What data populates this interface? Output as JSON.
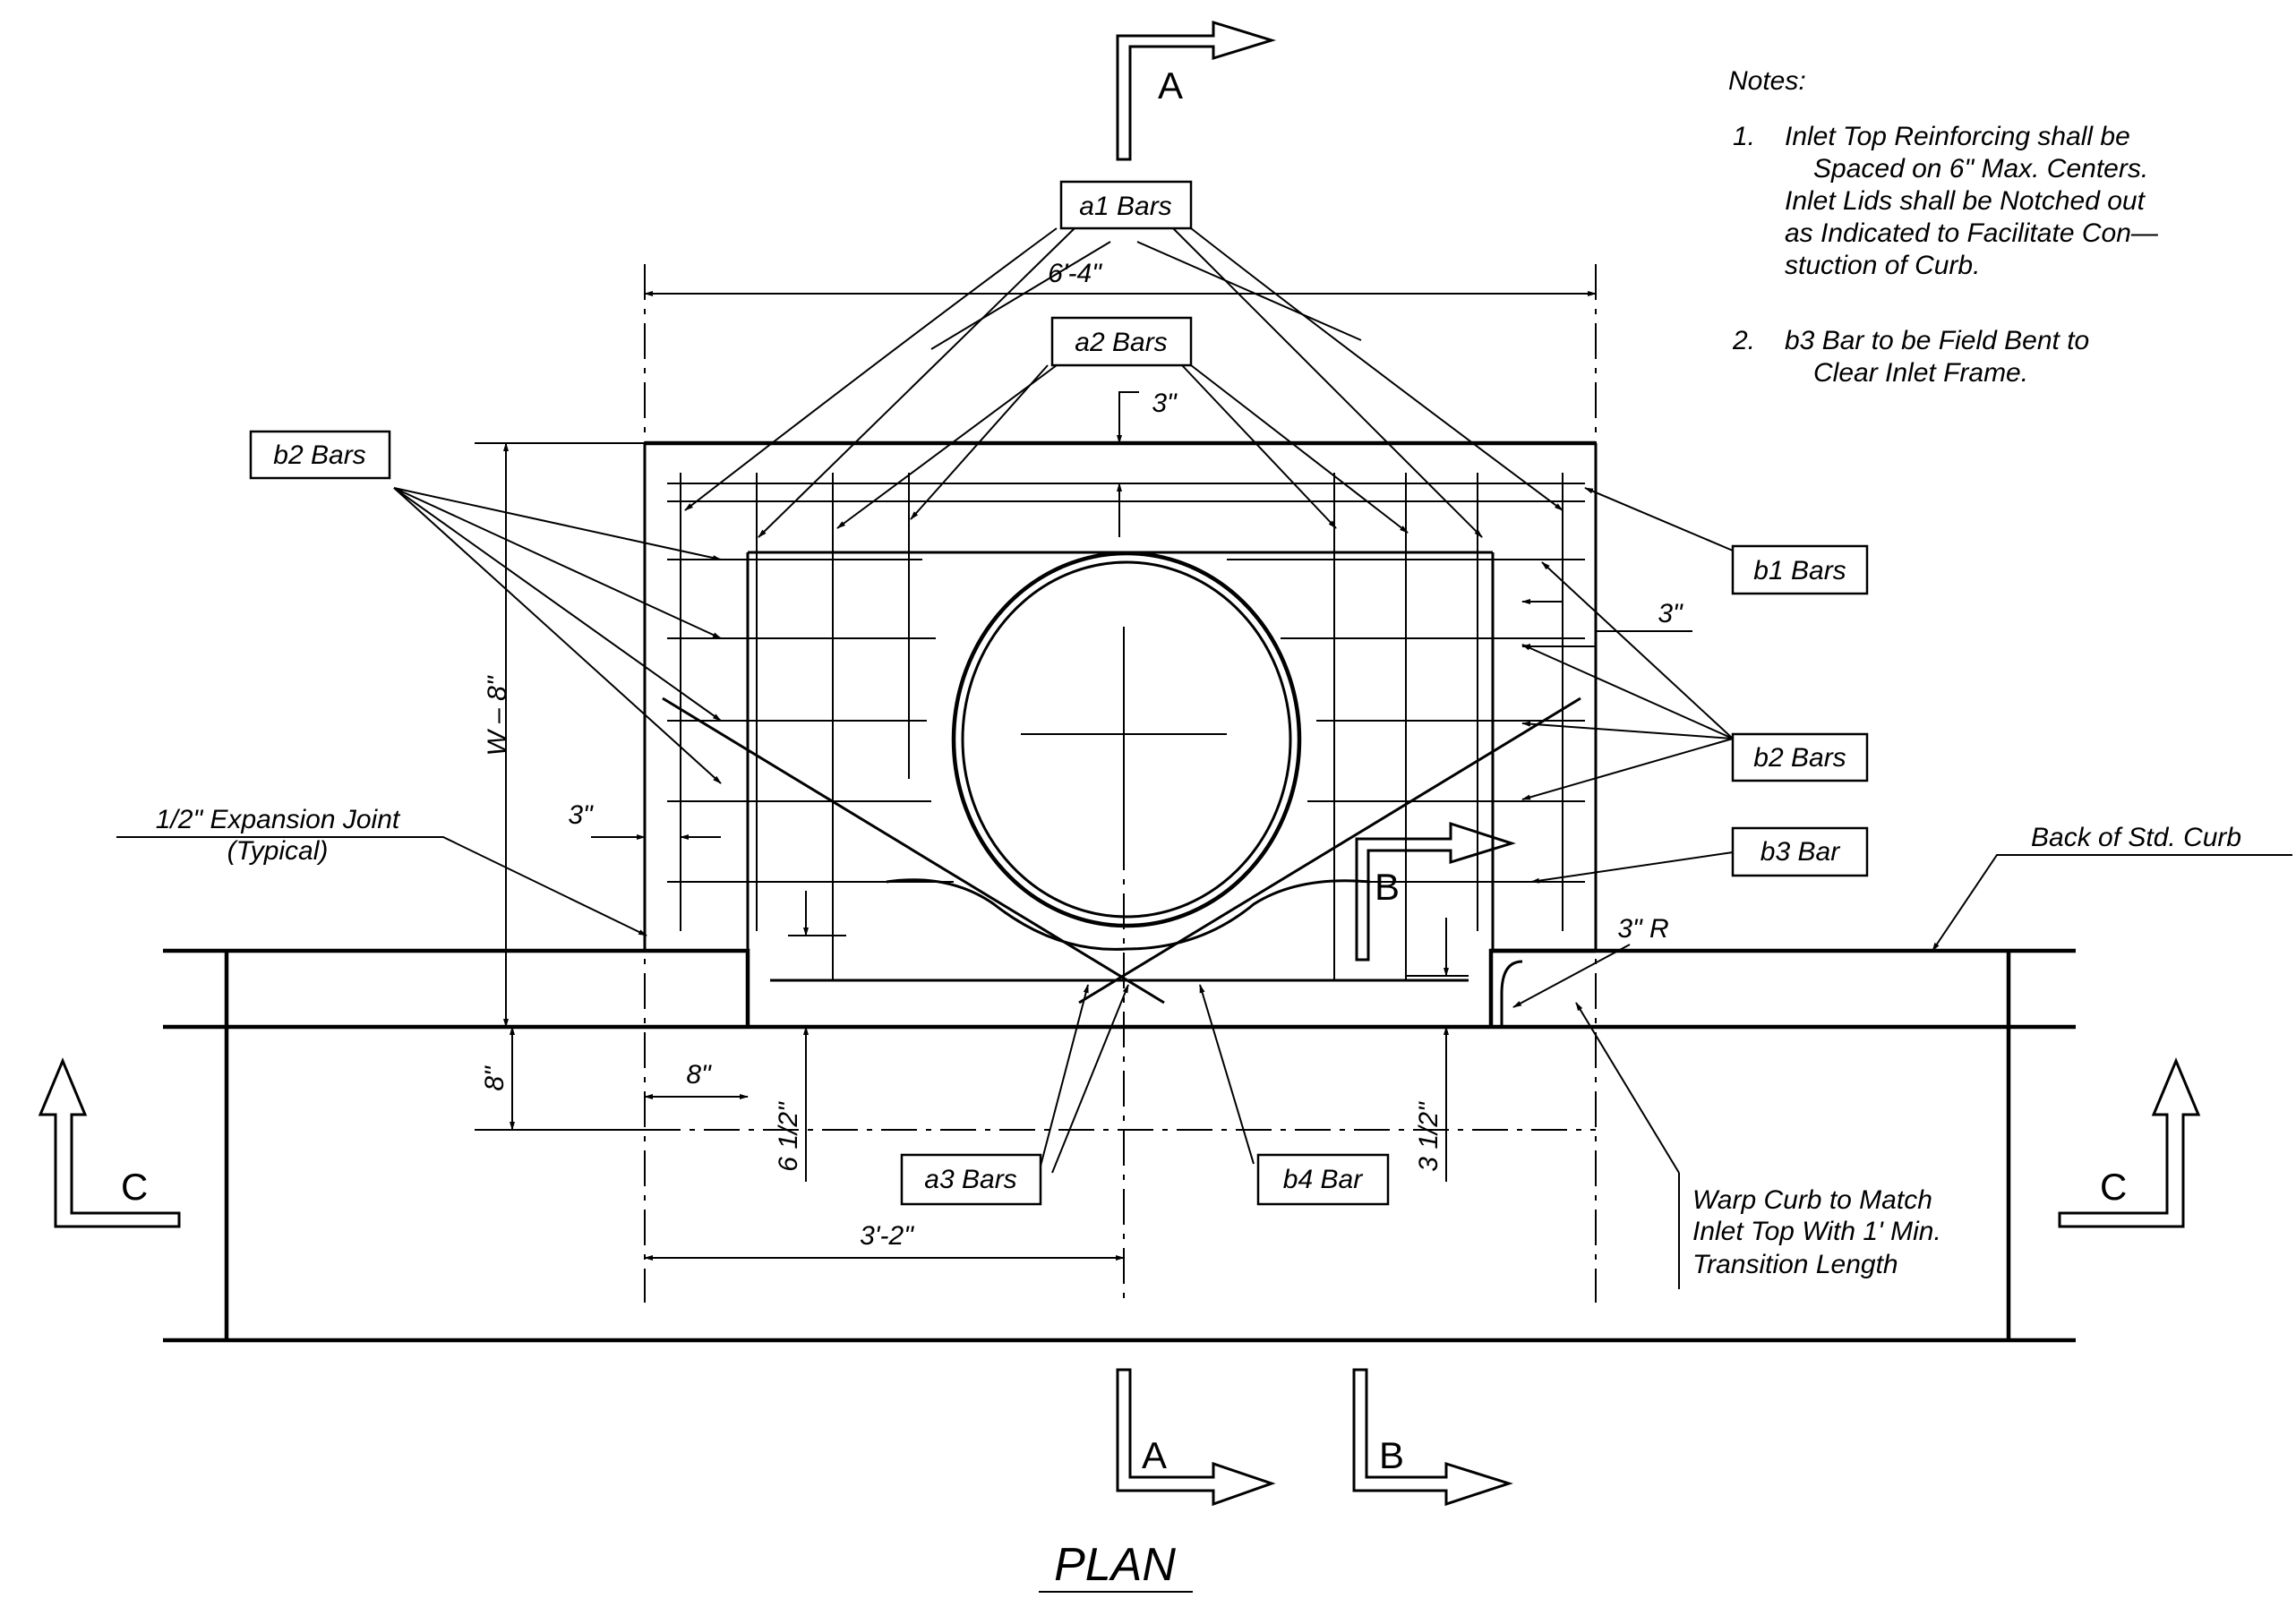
{
  "title": "PLAN",
  "notes": {
    "heading": "Notes:",
    "n1_num": "1.",
    "n1_lines": [
      "Inlet Top Reinforcing shall be",
      "Spaced on 6\" Max. Centers.",
      "Inlet Lids shall be Notched out",
      "as Indicated to Facilitate Con—",
      "stuction of Curb."
    ],
    "n2_num": "2.",
    "n2_lines": [
      "b3 Bar to be Field Bent to",
      "Clear Inlet Frame."
    ]
  },
  "bar_labels": {
    "a1": "a1 Bars",
    "a2": "a2 Bars",
    "a3": "a3 Bars",
    "b1": "b1 Bars",
    "b2_left": "b2 Bars",
    "b2_right": "b2 Bars",
    "b3": "b3 Bar",
    "b4": "b4 Bar"
  },
  "dimensions": {
    "width_top": "6'-4\"",
    "width_half": "3'-2\"",
    "height": "W – 8\"",
    "bottom": "8\"",
    "cover_top": "3\"",
    "cover_left": "3\"",
    "cover_right": "3\"",
    "left_8": "8\"",
    "six_half": "6 1/2\"",
    "three_half": "3 1/2\"",
    "radius": "3\" R"
  },
  "callouts": {
    "expansion_joint_1": "1/2\" Expansion Joint",
    "expansion_joint_2": "(Typical)",
    "back_of_curb": "Back of Std. Curb",
    "warp_1": "Warp Curb to Match",
    "warp_2": "Inlet Top With 1' Min.",
    "warp_3": "Transition Length"
  },
  "sections": {
    "a_top": "A",
    "a_bottom": "A",
    "b_mid": "B",
    "b_bottom": "B",
    "c_left": "C",
    "c_right": "C"
  }
}
